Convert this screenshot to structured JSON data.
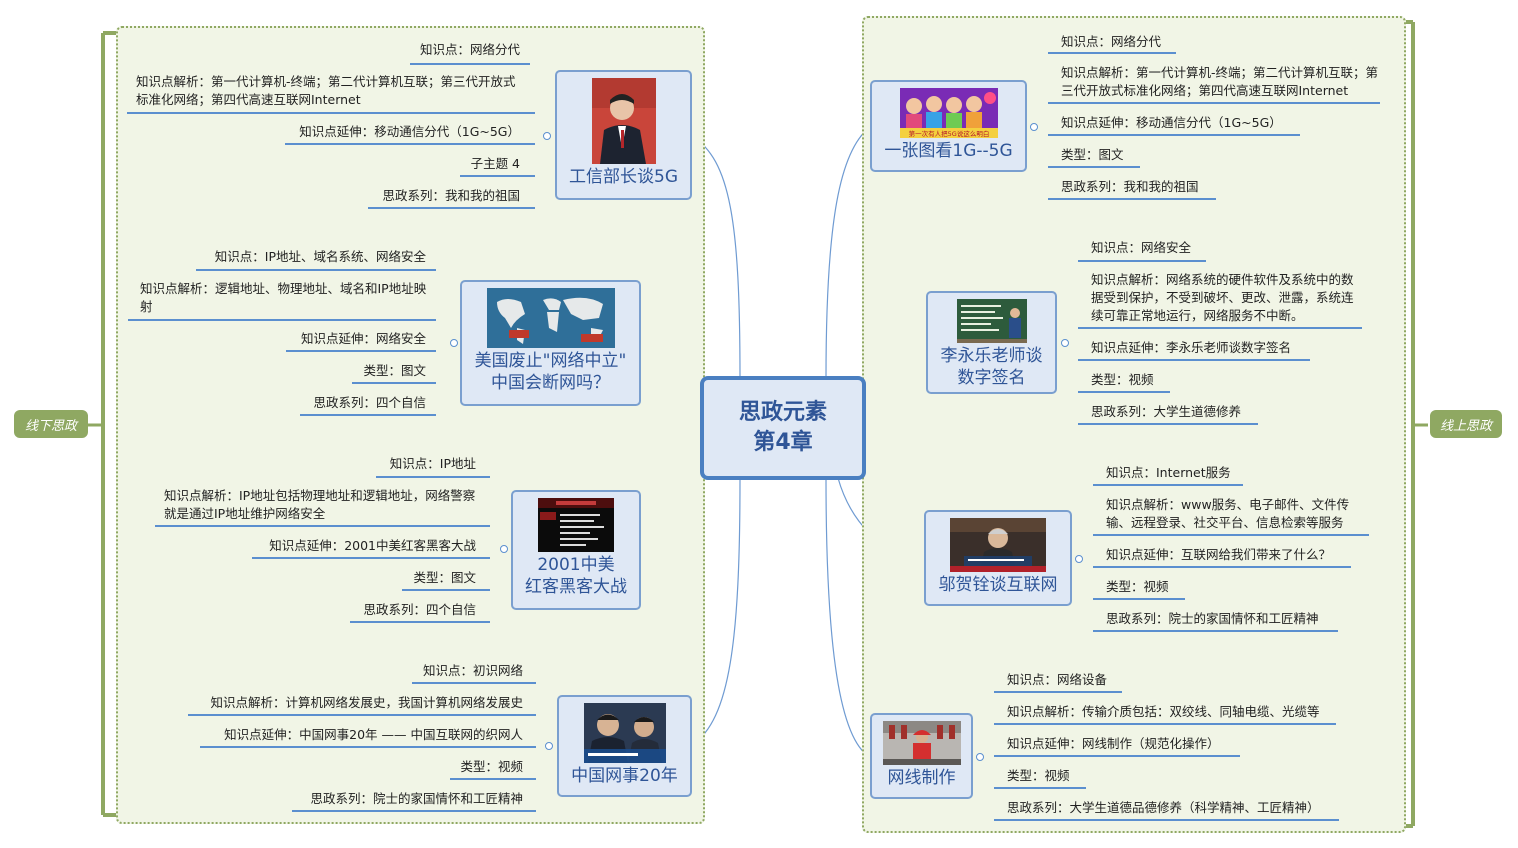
{
  "center": {
    "line1": "思政元素",
    "line2": "第4章"
  },
  "side_left": "线下思政",
  "side_right": "线上思政",
  "left_topics": [
    {
      "title": "工信部长谈5G",
      "items": [
        "知识点：网络分代",
        "知识点解析：第一代计算机-终端；第二代计算机互联；第三代开放式标准化网络；第四代高速互联网Internet",
        "知识点延伸：移动通信分代（1G~5G）",
        "子主题 4",
        "思政系列：我和我的祖国"
      ]
    },
    {
      "title_line1": "美国废止\"网络中立\"",
      "title_line2": "中国会断网吗？",
      "items": [
        "知识点：IP地址、域名系统、网络安全",
        "知识点解析：逻辑地址、物理地址、域名和IP地址映射",
        "知识点延伸：网络安全",
        "类型：图文",
        "思政系列：四个自信"
      ]
    },
    {
      "title_line1": "2001中美",
      "title_line2": "红客黑客大战",
      "items": [
        "知识点：IP地址",
        "知识点解析：IP地址包括物理地址和逻辑地址，网络警察就是通过IP地址维护网络安全",
        "知识点延伸：2001中美红客黑客大战",
        "类型：图文",
        "思政系列：四个自信"
      ]
    },
    {
      "title": "中国网事20年",
      "items": [
        "知识点：初识网络",
        "知识点解析：计算机网络发展史，我国计算机网络发展史",
        "知识点延伸：中国网事20年 —— 中国互联网的织网人",
        "类型：视频",
        "思政系列：院士的家国情怀和工匠精神"
      ]
    }
  ],
  "right_topics": [
    {
      "title": "一张图看1G--5G",
      "items": [
        "知识点：网络分代",
        "知识点解析：第一代计算机-终端；第二代计算机互联；第三代开放式标准化网络；第四代高速互联网Internet",
        "知识点延伸：移动通信分代（1G~5G）",
        "类型：图文",
        "思政系列：我和我的祖国"
      ]
    },
    {
      "title_line1": "李永乐老师谈",
      "title_line2": "数字签名",
      "items": [
        "知识点：网络安全",
        "知识点解析：网络系统的硬件软件及系统中的数据受到保护，不受到破坏、更改、泄露，系统连续可靠正常地运行，网络服务不中断。",
        "知识点延伸：李永乐老师谈数字签名",
        "类型：视频",
        "思政系列：大学生道德修养"
      ]
    },
    {
      "title": "邬贺铨谈互联网",
      "items": [
        "知识点：Internet服务",
        "知识点解析：www服务、电子邮件、文件传输、远程登录、社交平台、信息检索等服务",
        "知识点延伸：互联网给我们带来了什么？",
        "类型：视频",
        "思政系列：院士的家国情怀和工匠精神"
      ]
    },
    {
      "title": "网线制作",
      "items": [
        "知识点：网络设备",
        "知识点解析：传输介质包括：双绞线、同轴电缆、光缆等",
        "知识点延伸：网线制作（规范化操作）",
        "类型：视频",
        "思政系列：大学生道德品德修养（科学精神、工匠精神）"
      ]
    }
  ],
  "thumb_text": {
    "banner": "第一次有人把5G说这么明白"
  },
  "colors": {
    "region_bg": "#f1f5e6",
    "region_border": "#8fa862",
    "topic_border": "#7a9fcf",
    "center_border": "#4a7fc1",
    "line": "#5b8fcf",
    "text_topic": "#2f5597"
  }
}
